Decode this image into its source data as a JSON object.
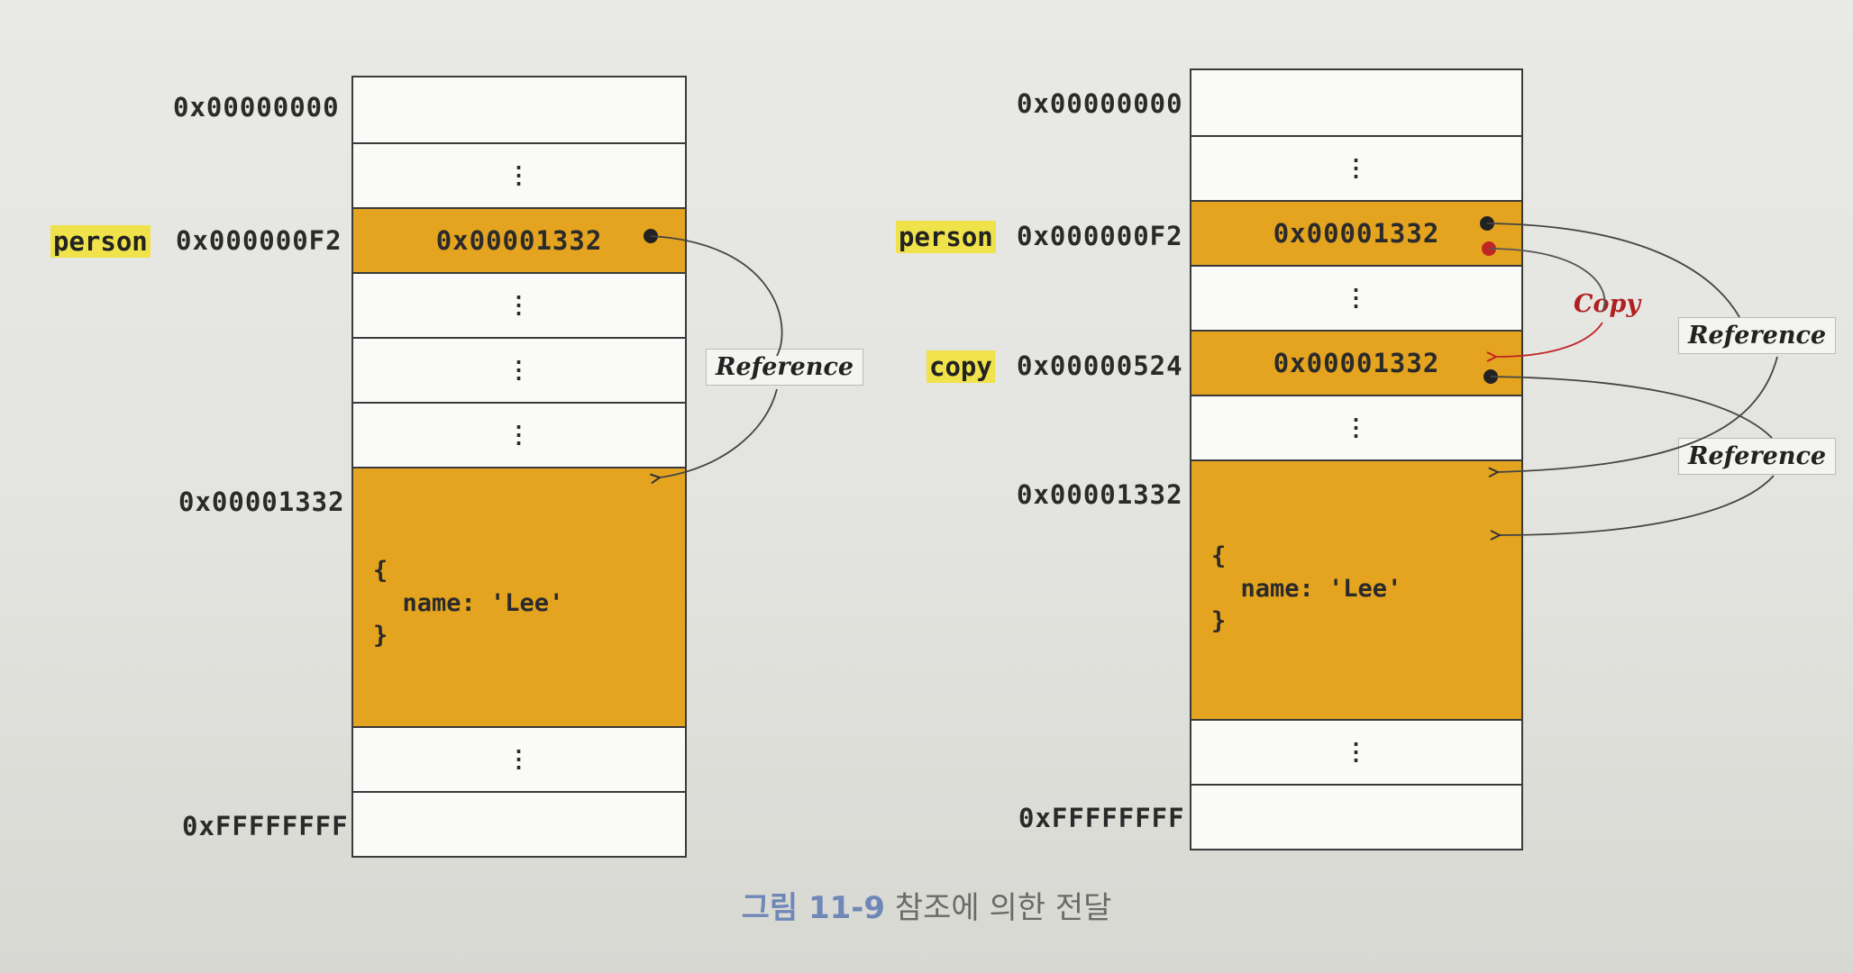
{
  "left": {
    "addresses": {
      "start": "0x00000000",
      "person": "0x000000F2",
      "object": "0x00001332",
      "end": "0xFFFFFFFF"
    },
    "variable": "person",
    "cells": {
      "person_value": "0x00001332",
      "dots": "⋮"
    },
    "object": "{\n  name: 'Lee'\n}",
    "reference_label": "Reference"
  },
  "right": {
    "addresses": {
      "start": "0x00000000",
      "person": "0x000000F2",
      "copy": "0x00000524",
      "object": "0x00001332",
      "end": "0xFFFFFFFF"
    },
    "variables": {
      "person": "person",
      "copy": "copy"
    },
    "cells": {
      "person_value": "0x00001332",
      "copy_value": "0x00001332",
      "dots": "⋮"
    },
    "object": "{\n  name: 'Lee'\n}",
    "copy_label": "Copy",
    "reference_label_1": "Reference",
    "reference_label_2": "Reference"
  },
  "caption": {
    "figure": "그림 11-9",
    "text": "참조에 의한 전달"
  },
  "colors": {
    "highlight": "#e4a420",
    "variable_bg": "#efe24a",
    "copy_red": "#b02020"
  }
}
